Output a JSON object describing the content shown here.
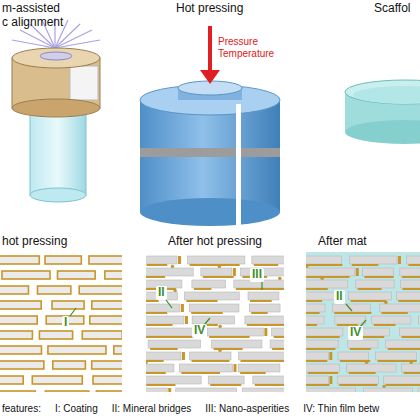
{
  "diagram": {
    "nodes": [
      {
        "text": [
          "hot pressing"
        ]
      },
      {
        "text": [
          "After hot pressing"
        ]
      },
      {
        "text": [
          "After mat"
        ]
      }
    ],
    "labels": [
      "m-assisted c alignment",
      "Hot pressing",
      "Pressure Temperature",
      "Scaffol",
      "I",
      "II",
      "III",
      "IV",
      "II",
      "IV",
      "features:",
      "I: Coating",
      "II: Mineral bridges",
      "III: Nano-asperities",
      "IV: Thin film betw"
    ]
  }
}
